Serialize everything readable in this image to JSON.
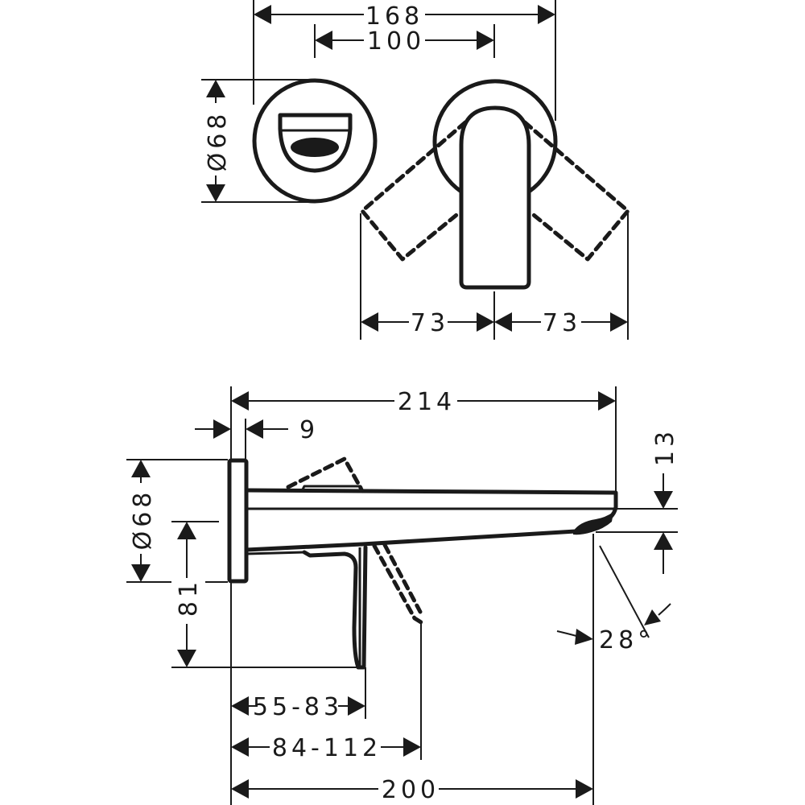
{
  "drawing": {
    "title": "Wall-mounted basin mixer dimension drawing",
    "units": "mm",
    "line_color": "#1a1a1a",
    "background": "#ffffff"
  },
  "front_view": {
    "dimensions": {
      "overall_width": "168",
      "rosette_spacing": "100",
      "rosette_diameter": "Ø68",
      "lever_swing_left": "73",
      "lever_swing_right": "73"
    }
  },
  "side_view": {
    "dimensions": {
      "total_depth": "214",
      "rosette_thickness": "9",
      "rosette_diameter": "Ø68",
      "outlet_height": "13",
      "center_to_lever_bottom": "81",
      "spray_angle": "28°",
      "lever_reach": "55-83",
      "lever_swing_reach": "84-112",
      "spout_projection": "200"
    }
  }
}
